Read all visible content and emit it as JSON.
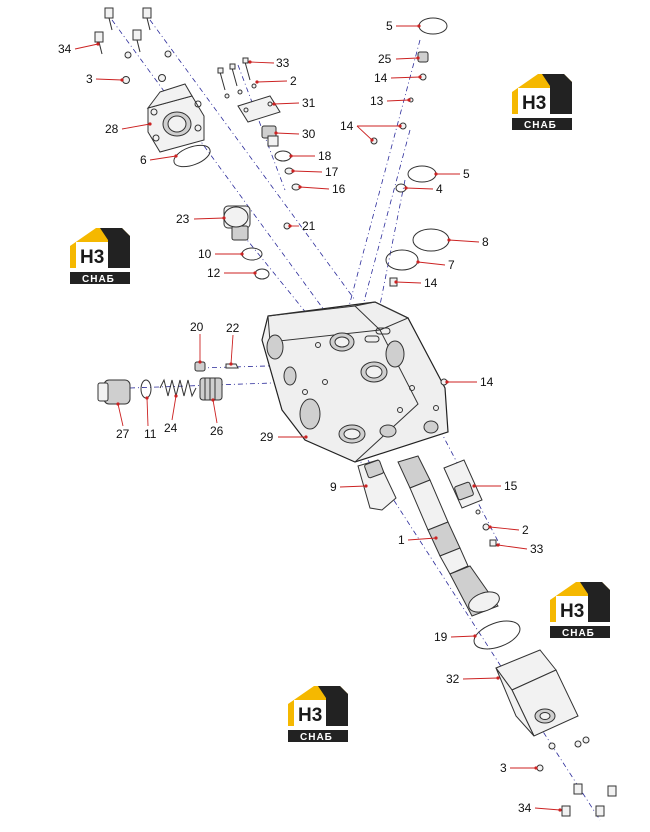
{
  "logo": {
    "mark": "H3",
    "caption": "СНАБ",
    "color_yellow": "#f5b800",
    "color_dark": "#222222"
  },
  "callouts": {
    "c1": "1",
    "c2a": "2",
    "c2b": "2",
    "c3a": "3",
    "c3b": "3",
    "c4": "4",
    "c5a": "5",
    "c5b": "5",
    "c6": "6",
    "c7": "7",
    "c8": "8",
    "c9": "9",
    "c10": "10",
    "c11": "11",
    "c12": "12",
    "c13": "13",
    "c14a": "14",
    "c14b": "14",
    "c14c": "14",
    "c14d": "14",
    "c15": "15",
    "c16": "16",
    "c17": "17",
    "c18": "18",
    "c19": "19",
    "c20": "20",
    "c21": "21",
    "c22": "22",
    "c23": "23",
    "c24": "24",
    "c25": "25",
    "c26": "26",
    "c27": "27",
    "c28": "28",
    "c29": "29",
    "c30": "30",
    "c31": "31",
    "c32": "32",
    "c33a": "33",
    "c33b": "33",
    "c34a": "34",
    "c34b": "34"
  },
  "colors": {
    "leader": "#cc2222",
    "axis": "#2a2a9a",
    "outline": "#333333"
  }
}
